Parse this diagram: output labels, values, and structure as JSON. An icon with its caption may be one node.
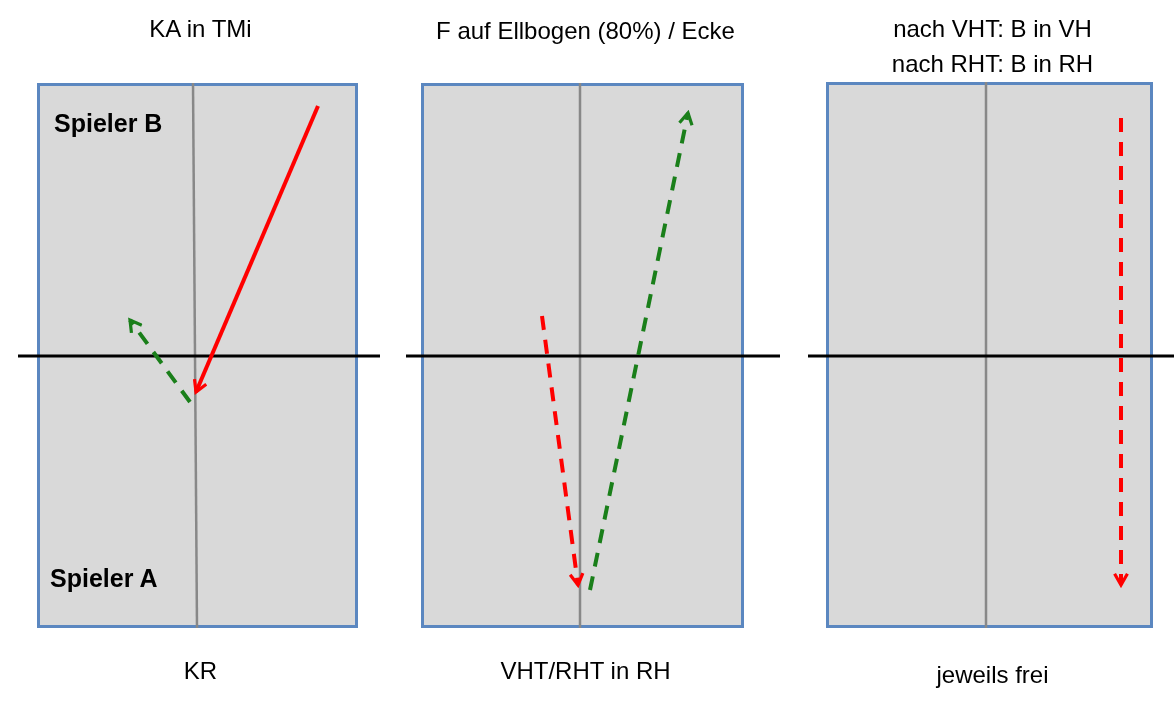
{
  "diagram": {
    "nodes": [
      {
        "text": [
          "KA in TMi",
          "Spieler B",
          "Spieler A"
        ],
        "beside": [
          "KR"
        ]
      },
      {
        "text": [
          "F auf Ellbogen (80%) / Ecke"
        ],
        "beside": [
          "VHT/RHT in RH"
        ]
      },
      {
        "text": [
          "nach VHT: B in VH",
          "nach RHT: B in RH"
        ],
        "beside": [
          "jeweils frei"
        ]
      }
    ]
  }
}
